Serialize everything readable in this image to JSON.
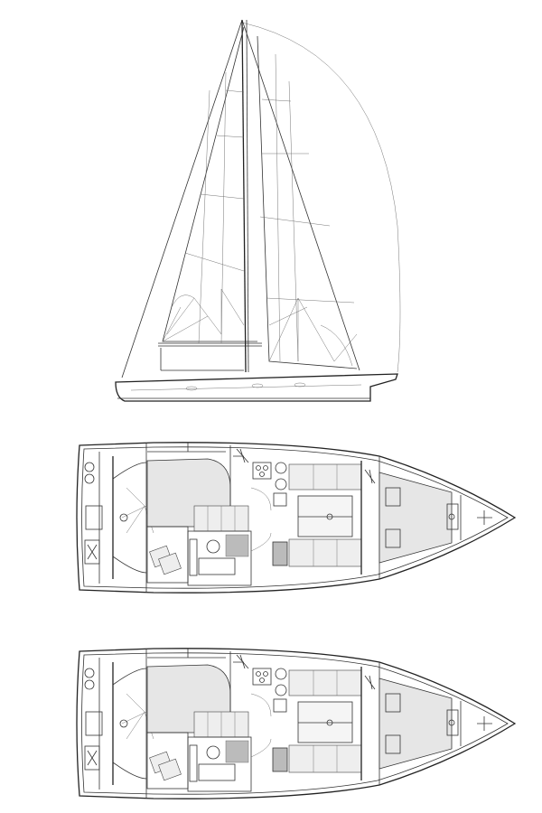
{
  "drawing": {
    "views": [
      "sail-plan",
      "layout-two-cabin",
      "layout-three-cabin"
    ],
    "colors": {
      "background": "#ffffff",
      "line": "#333333",
      "fill": "#e6e6e6"
    }
  }
}
